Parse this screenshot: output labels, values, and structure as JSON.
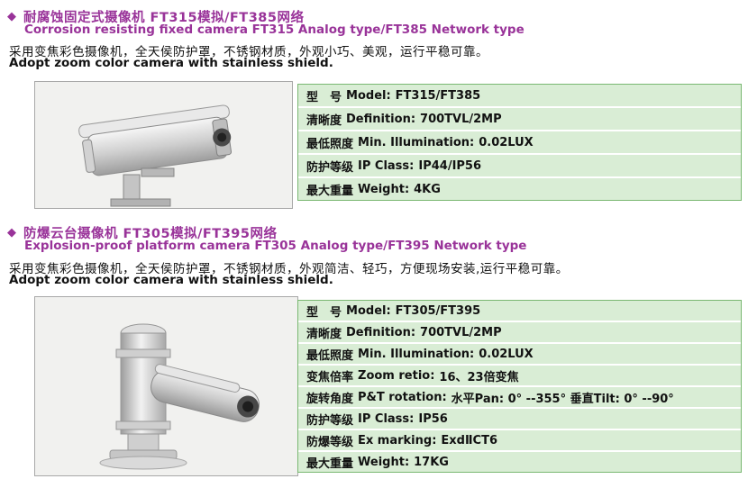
{
  "colors": {
    "title_accent": "#993399",
    "table_row_bg": "#d9edd5",
    "table_border": "#7ab872"
  },
  "sections": [
    {
      "bullet": "◆",
      "title_zh": "耐腐蚀固定式摄像机 FT315模拟/FT385网络",
      "title_en": "Corrosion resisting fixed camera FT315 Analog type/FT385 Network type",
      "desc_zh": "采用变焦彩色摄像机，全天侯防护罩，不锈钢材质，外观小巧、美观，运行平稳可靠。",
      "desc_en": "Adopt zoom color camera with stainless shield.",
      "specs": [
        {
          "zh": "型　号",
          "en": "Model:",
          "value": "FT315/FT385"
        },
        {
          "zh": "清晰度",
          "en": "Definition:",
          "value": "700TVL/2MP"
        },
        {
          "zh": "最低照度",
          "en": "Min. Illumination:",
          "value": "0.02LUX"
        },
        {
          "zh": "防护等级",
          "en": "IP Class:",
          "value": "IP44/IP56"
        },
        {
          "zh": "最大重量",
          "en": "Weight:",
          "value": "4KG"
        }
      ]
    },
    {
      "bullet": "◆",
      "title_zh": "防爆云台摄像机 FT305模拟/FT395网络",
      "title_en": "Explosion-proof platform camera FT305 Analog type/FT395 Network type",
      "desc_zh": "采用变焦彩色摄像机，全天侯防护罩，不锈钢材质，外观简洁、轻巧，方便现场安装,运行平稳可靠。",
      "desc_en": "Adopt zoom color camera with stainless shield.",
      "specs": [
        {
          "zh": "型　号",
          "en": "Model:",
          "value": "FT305/FT395"
        },
        {
          "zh": "清晰度",
          "en": "Definition:",
          "value": "700TVL/2MP"
        },
        {
          "zh": "最低照度",
          "en": "Min. Illumination:",
          "value": "0.02LUX"
        },
        {
          "zh": "变焦倍率",
          "en": "Zoom retio:",
          "value": "16、23倍变焦"
        },
        {
          "zh": "旋转角度",
          "en": "P&T rotation:",
          "value": "水平Pan: 0° --355° 垂直Tilt: 0° --90°"
        },
        {
          "zh": "防护等级",
          "en": "IP Class:",
          "value": "IP56"
        },
        {
          "zh": "防爆等级",
          "en": "Ex marking:",
          "value": "ExdⅡCT6"
        },
        {
          "zh": "最大重量",
          "en": "Weight:",
          "value": "17KG"
        }
      ]
    }
  ]
}
